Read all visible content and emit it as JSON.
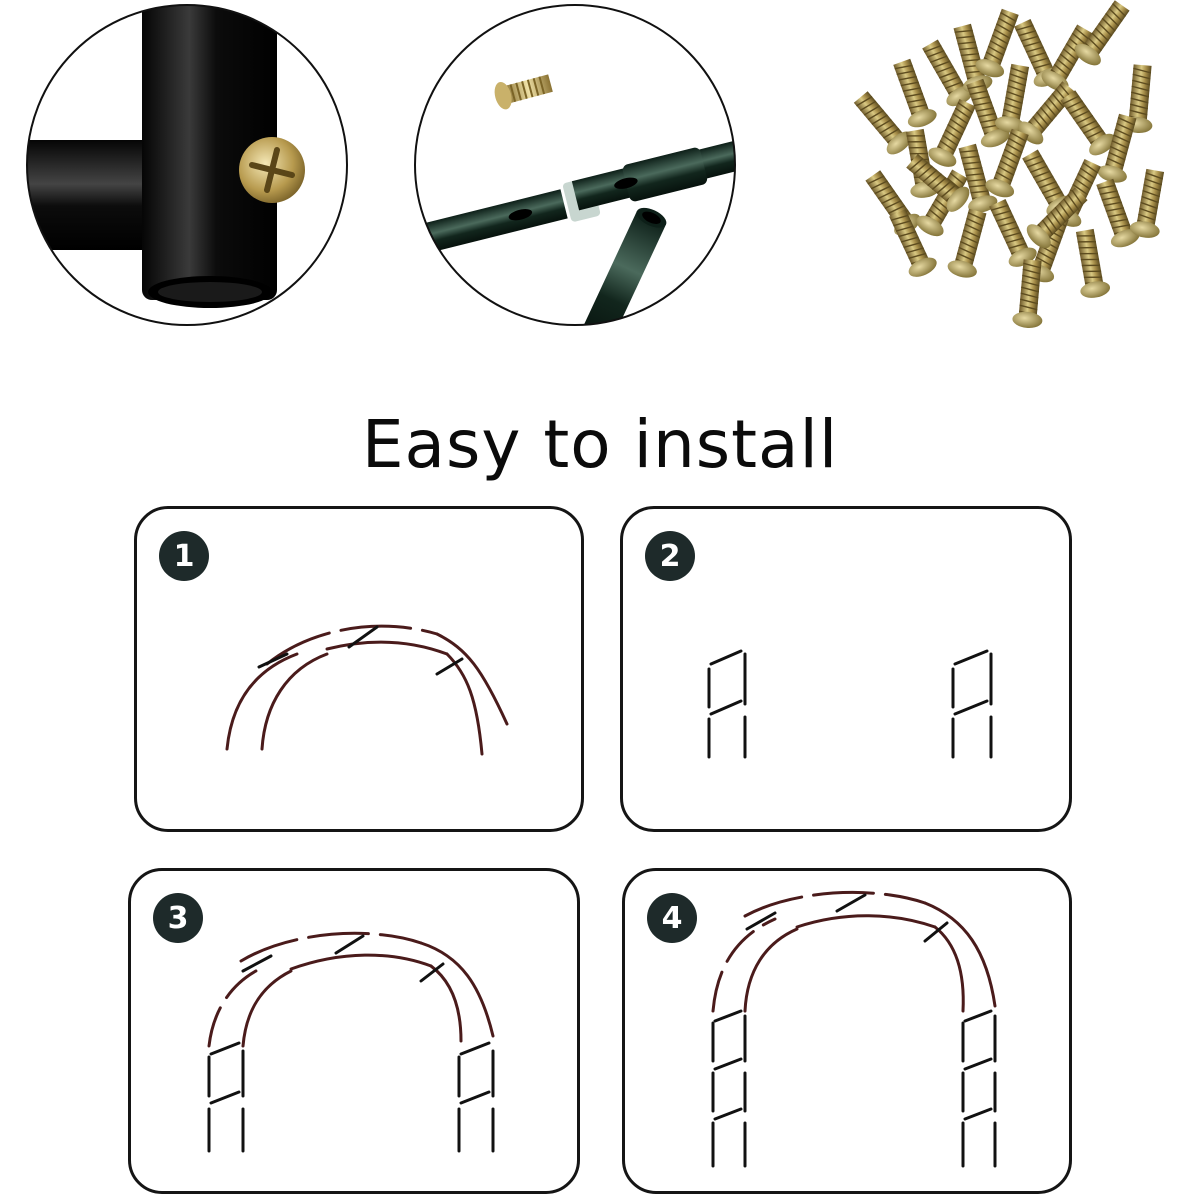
{
  "headline": "Easy to install",
  "colors": {
    "tube": "#4a1b1b",
    "frame": "#151515",
    "badge": "#1e2a2a",
    "pole": "#111111"
  },
  "photos": [
    {
      "name": "screw-joint-closeup-photo",
      "icon": "tube-screw-joint-icon"
    },
    {
      "name": "tube-connection-photo",
      "icon": "tube-connection-icon"
    },
    {
      "name": "screws-pile-photo",
      "icon": "screws-pile-icon"
    }
  ],
  "steps": [
    {
      "number": "1",
      "stage": "arch-top"
    },
    {
      "number": "2",
      "stage": "two-side-columns"
    },
    {
      "number": "3",
      "stage": "arch-on-columns"
    },
    {
      "number": "4",
      "stage": "completed-arch"
    }
  ]
}
